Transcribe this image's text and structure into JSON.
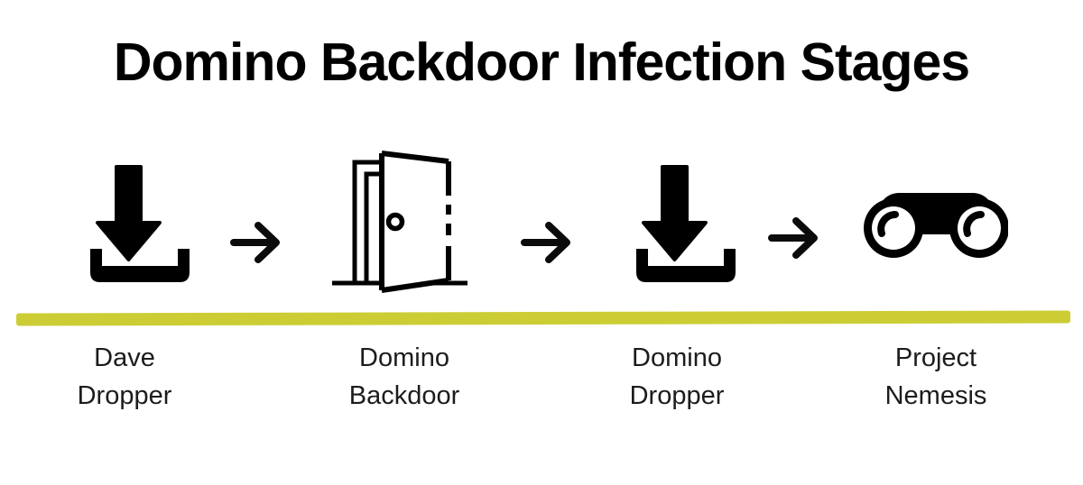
{
  "title": "Domino Backdoor Infection Stages",
  "divider": {
    "color": "#cccd35"
  },
  "flow": {
    "arrow_icon": "right-arrow-icon"
  },
  "stages": [
    {
      "icon": "download-tray-icon",
      "line1": "Dave",
      "line2": "Dropper"
    },
    {
      "icon": "open-door-icon",
      "line1": "Domino",
      "line2": "Backdoor"
    },
    {
      "icon": "download-tray-icon",
      "line1": "Domino",
      "line2": "Dropper"
    },
    {
      "icon": "binoculars-icon",
      "line1": "Project",
      "line2": "Nemesis"
    }
  ]
}
